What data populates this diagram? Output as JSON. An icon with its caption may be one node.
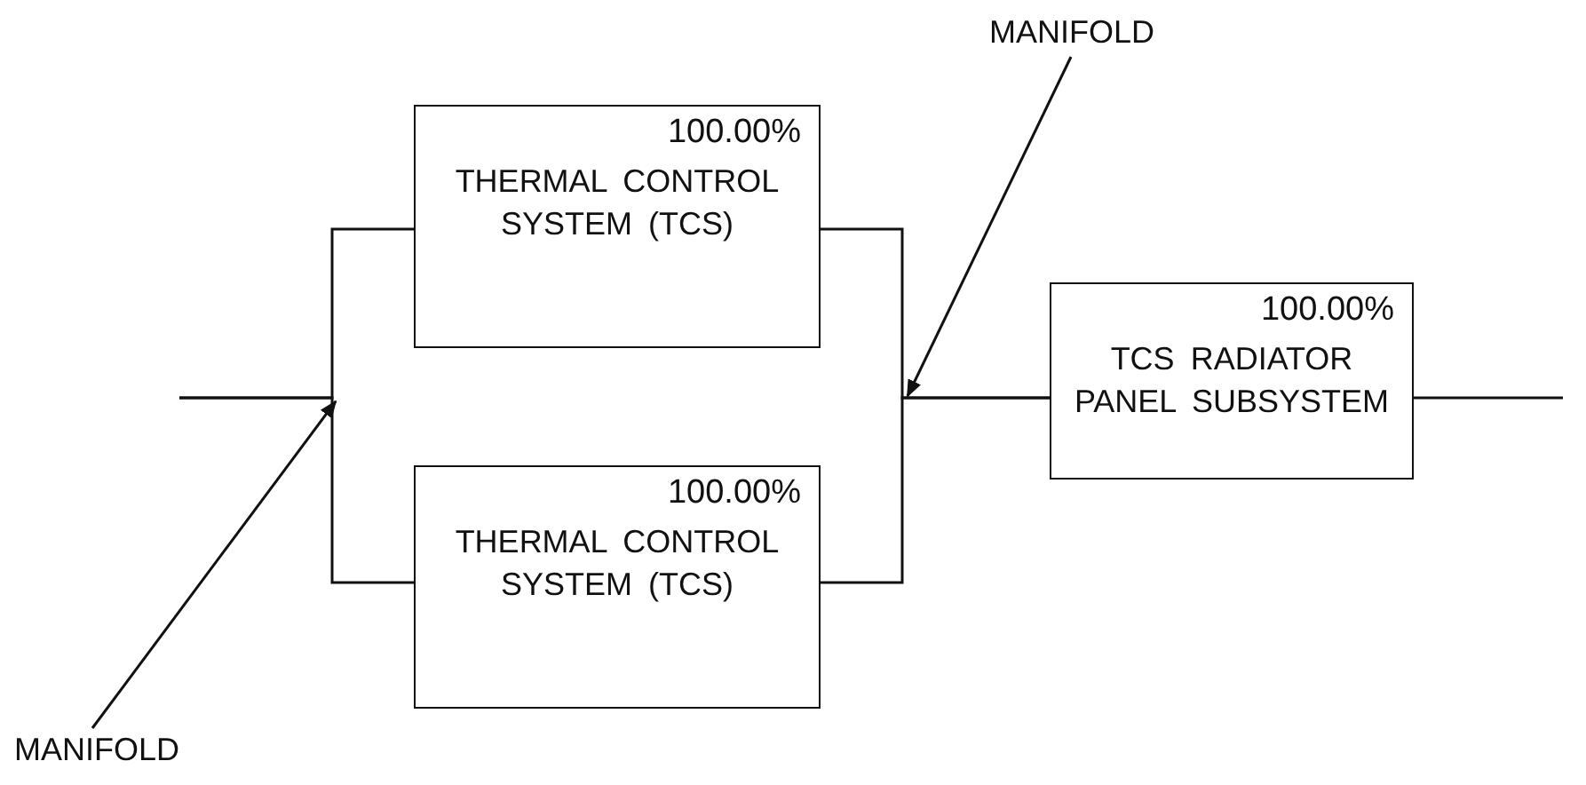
{
  "diagram": {
    "nodes": [
      {
        "text": [
          "100.00%",
          "THERMAL CONTROL SYSTEM (TCS)"
        ]
      },
      {
        "text": [
          "100.00%",
          "THERMAL CONTROL SYSTEM (TCS)"
        ]
      },
      {
        "text": [
          "100.00%",
          "TCS RADIATOR PANEL SUBSYSTEM"
        ]
      },
      {
        "text": [
          "MANIFOLD"
        ]
      },
      {
        "text": [
          "MANIFOLD"
        ]
      }
    ],
    "edges": [
      {
        "from": null,
        "to": 0,
        "arrow": "none"
      },
      {
        "from": null,
        "to": 1,
        "arrow": "none"
      },
      {
        "from": 0,
        "to": 2,
        "arrow": "none"
      },
      {
        "from": 1,
        "to": 2,
        "arrow": "none"
      },
      {
        "from": 2,
        "to": null,
        "arrow": "none"
      },
      {
        "from": 3,
        "to": null,
        "arrow": "to"
      },
      {
        "from": 4,
        "to": null,
        "arrow": "to"
      }
    ]
  }
}
